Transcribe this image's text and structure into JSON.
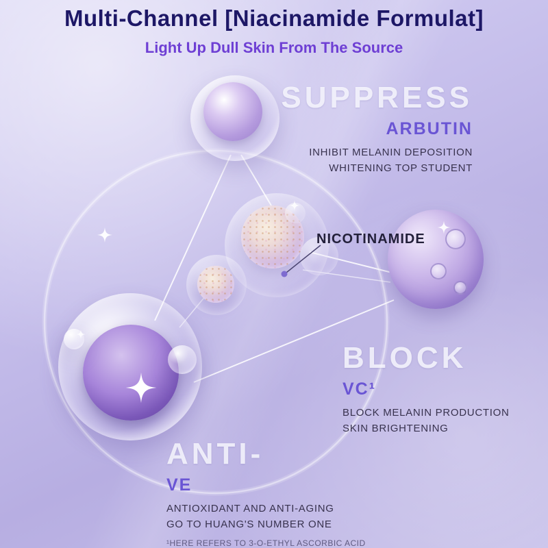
{
  "header": {
    "title": "Multi-Channel [Niacinamide Formulat]",
    "subtitle": "Light Up Dull Skin From The Source"
  },
  "sections": {
    "suppress": {
      "heading": "SUPPRESS",
      "ingredient": "ARBUTIN",
      "line1": "INHIBIT MELANIN DEPOSITION",
      "line2": "WHITENING TOP STUDENT"
    },
    "center": {
      "label": "NICOTINAMIDE"
    },
    "block": {
      "heading": "BLOCK",
      "ingredient": "VC¹",
      "line1": "BLOCK MELANIN PRODUCTION",
      "line2": "SKIN BRIGHTENING"
    },
    "anti": {
      "heading": "ANTI-",
      "ingredient": "VE",
      "line1": "ANTIOXIDANT AND ANTI-AGING",
      "line2": "GO TO HUANG'S NUMBER ONE",
      "footnote": "¹HERE REFERS TO 3-O-ETHYL ASCORBIC ACID"
    }
  },
  "colors": {
    "title_navy": "#1d1766",
    "accent_purple": "#6a55d4",
    "background_lavender": "#c1b9e8",
    "heading_light": "#f4f3fb"
  }
}
